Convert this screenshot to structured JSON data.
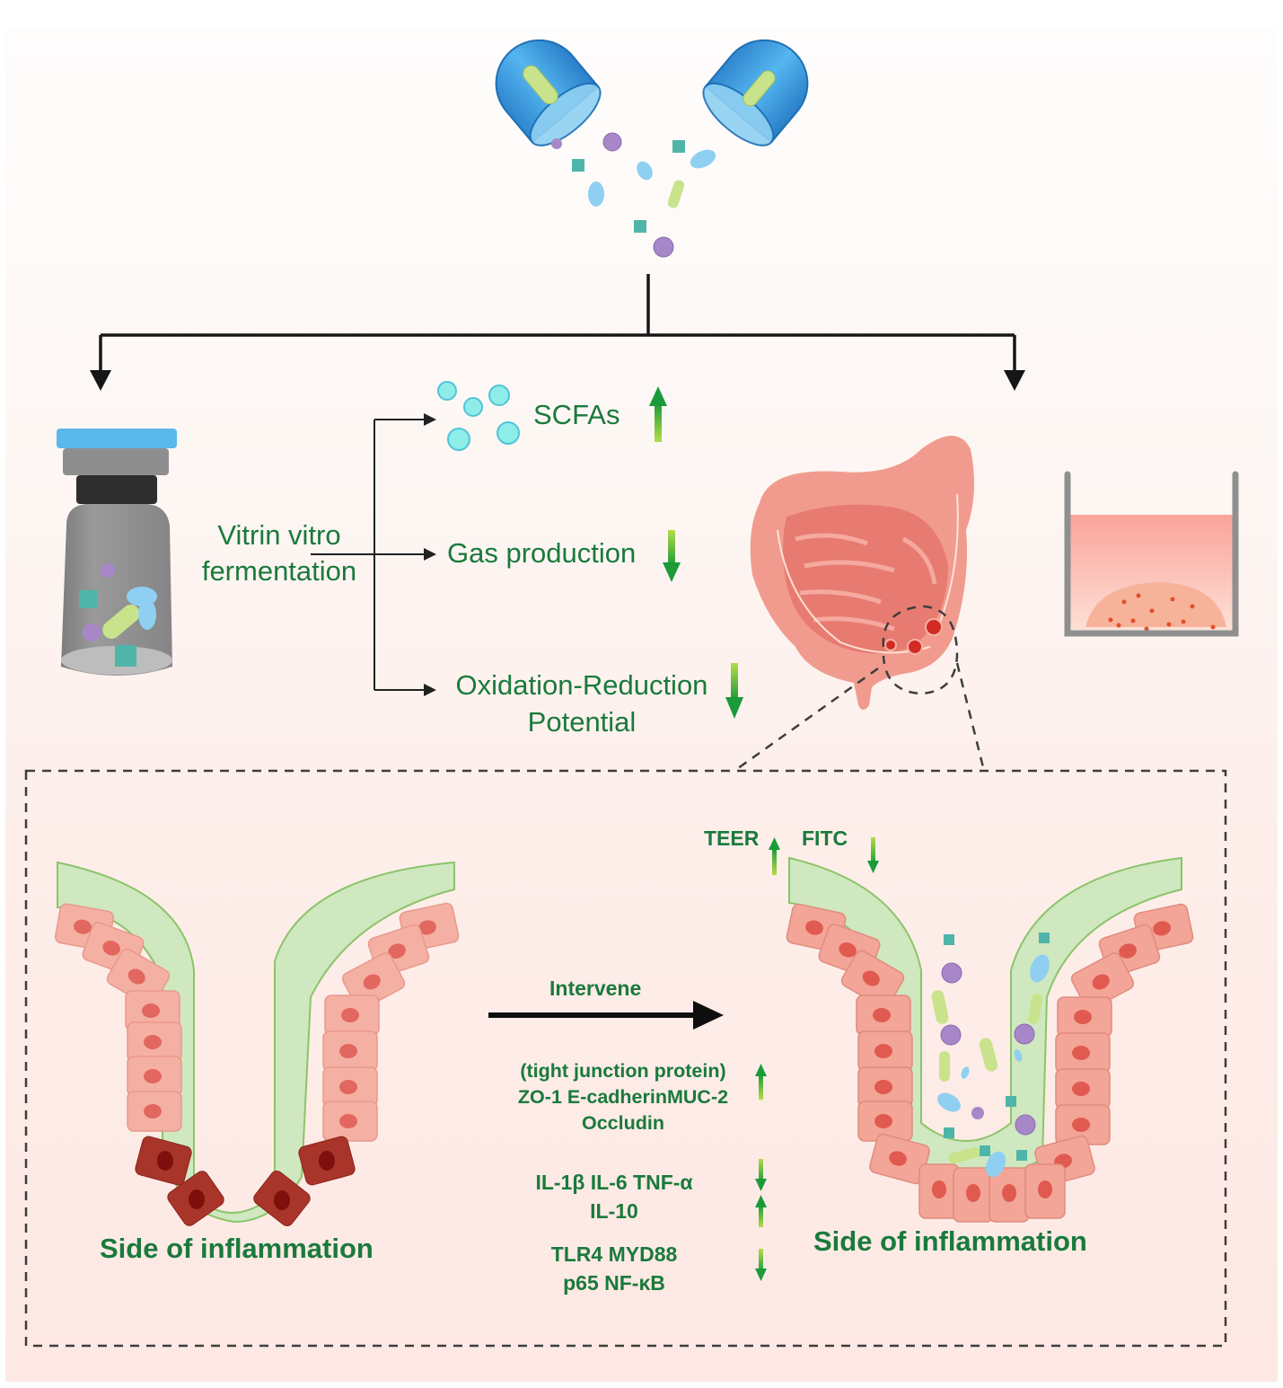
{
  "figure": {
    "capsule": {
      "icon": "open-capsule-icon"
    },
    "branch_left": {
      "icon": "fermentation-vial-icon"
    },
    "branch_right": {
      "icons": [
        "intestine-icon",
        "cell-culture-well-icon"
      ]
    },
    "fermentation": {
      "label_line1": "Vitrin vitro",
      "label_line2": "fermentation",
      "outcomes": [
        {
          "label": "SCFAs",
          "direction": "up"
        },
        {
          "label": "Gas production",
          "direction": "down"
        },
        {
          "label_line1": "Oxidation-Reduction",
          "label_line2": "Potential",
          "direction": "down"
        }
      ]
    },
    "barrier": {
      "teer_label": "TEER",
      "teer_direction": "up",
      "fitc_label": "FITC",
      "fitc_direction": "down"
    },
    "intervention": {
      "arrow_label": "Intervene",
      "groups": [
        {
          "lines": [
            "(tight junction protein)",
            "ZO-1 E-cadherinMUC-2",
            "Occludin"
          ],
          "direction": "up"
        },
        {
          "lines": [
            "IL-1β IL-6 TNF-α"
          ],
          "direction": "down"
        },
        {
          "lines": [
            "IL-10"
          ],
          "direction": "up"
        },
        {
          "lines": [
            "TLR4 MYD88",
            "p65 NF-κB"
          ],
          "direction": "down"
        }
      ]
    },
    "crypt_left": {
      "caption": "Side of inflammation",
      "state": "inflamed"
    },
    "crypt_right": {
      "caption": "Side of inflammation",
      "state": "treated"
    },
    "colors": {
      "text_green": "#1a7a3c",
      "arrow_green_dark": "#1e9a3a",
      "arrow_green_light": "#a6d94a",
      "capsule_blue": "#3a9ede",
      "cell_pink": "#f2a79a",
      "cell_inflamed": "#a8342a",
      "mucus_green": "#cfe8c0"
    }
  }
}
